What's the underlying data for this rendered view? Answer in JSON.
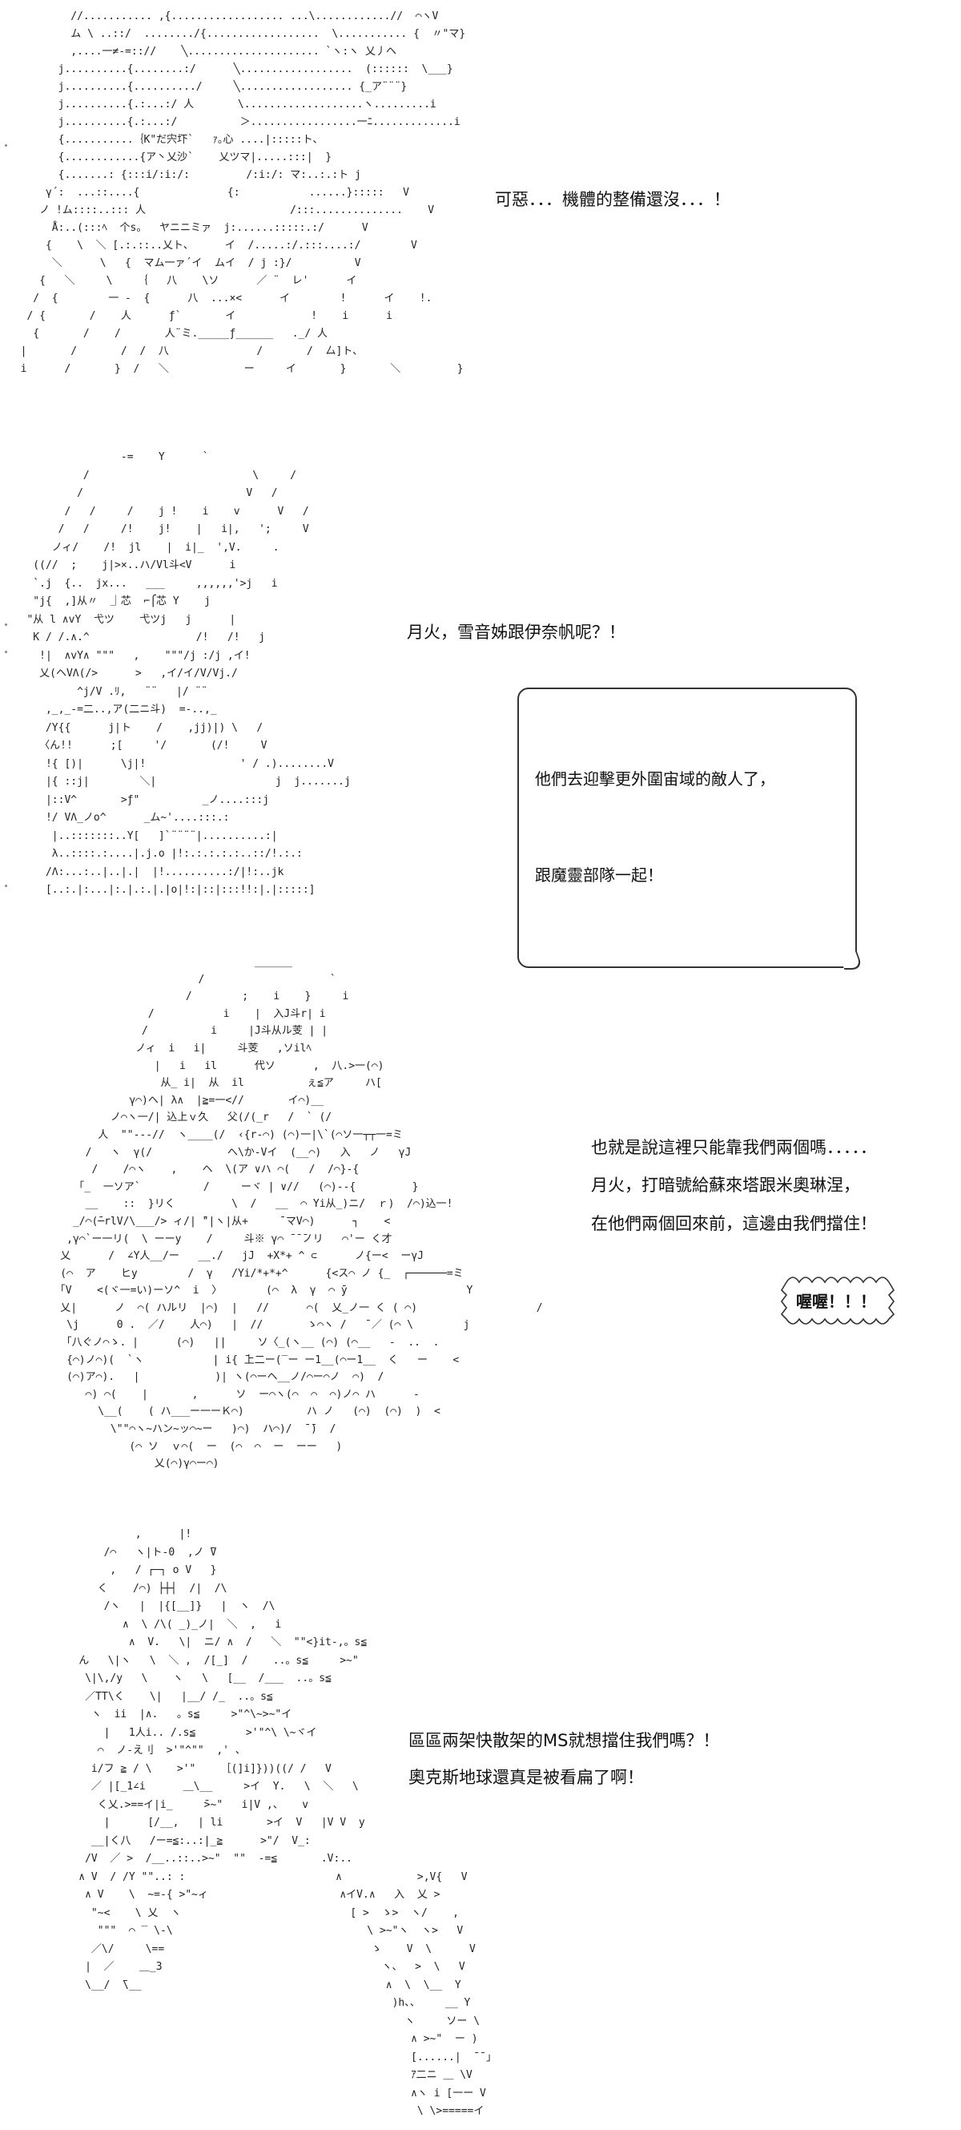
{
  "panels": [
    {
      "art": "          //........... ,{.................. ...\\............//  ⌒ヽV\n          ム \\ ..::/  ......../{..................  \\........... {  〃\"マ} \n          ,....一≠-=:://    ╲..................... `ヽ:ヽ 乂丿ヘ\n        j..........{........:/      ╲..................  (::::::  \\___}\n        j..........{........../     ╲.................. {_ア¨¨¨}\n        j..........{.:...:/ 人       \\...................ヽ.........i\n        j..........{.:...:/          ＞.................一ﾆ.............i\n        {...........｛K\"だ宍圷`   ｧ｡心 ....|:::::ト、\n        {............{ア丶乂沙`    乂ツマ|.....:::|  }\n        {.......: {:::i/:i:/:         /:i:/: マ:..:.:ト j\n      γ´:  ...::....{              {:           ......}:::::   V\n     ノ !ム::::..::: 人                       /:::..............    V\n       Å:..(:::ﾍ  个s。  ヤニニミァ  j:......:::::.:/      V\n      {    \\  ＼ [.:.::..乂ト、     イ  /.....:/.:::....:/        V\n       ＼      \\   {  マム一ァ´イ  ムイ  / j :}/          V\n     {   ＼     \\    ｛   八    \\ソ      ／ ¨  レ'      イ\n    /  {        一 -  {      八  ...×<      イ        !      イ    !.\n   / {       /    人      ƒ`       イ            !    i      i\n    {       /    /       人¨ミ._____ƒ______   ._/ 人\n  |       /       /  /  八              /       /  厶]ト、\n  i      /       }  /   ＼            ー     イ       }       ＼         }",
      "lines": [
        "可惡．．．機體的整備還沒．．．！"
      ]
    },
    {
      "art": "                  -=    Y      `\n            /                          \\     /\n           /                          V   /\n         /   /     /    j !    i    v      V   /\n        /   /     /!    j!    |   i|,   ';     V\n       ノィ/    /!  jl    |  i|_  ',V.     .\n    ((//  ;    j|>×..ハ/Vl斗<V      i\n    `.j  {..  jx...   ___     ,,,,,,'>j   i\n    \"j{  ,]从〃  ⏌芯  ⌐⎧芯 Y    j\n   \"从 l ∧vY  弋ツ    弋ツj   j      |\n    K / /.∧.^                 /!   /!   j\n     !|  ∧vY∧ \"\"\"   ,    \"\"\"/j :/j ,イ!\n     乂(ヘVΛ(/>      >   ,イ/イ/V/Vj./\n           ^j/V .ﾘ,   ¨¨   |/ ¨¨\n      ,_,_-=二..,ア(二ニ斗)  =-..,_\n      /Y{{      j|ト    /    ,jj)|) \\   /\n     〈ん!!      ;[     '/       (/!     V\n      !{ [)|      \\j|!               ' / .)........V\n      |{ ::j|        ＼|                   j  j.......j\n      |::V^       >ƒ\"          _ノ....:::j\n      !/ VΛ_ノo^      _ム~'....:::.:\n       |..:::::::..Y[   ]`¨¨¨¨|..........:|\n       λ..::::.:....|.j.o |!:.:.:.:.:..::/!.:.:\n      /Λ:...:..|..|.|  |!..........:/|!:..jk\n      [..:.|:...|:.|.:.|.|o|!:|::|:::!!:|.|:::::]",
      "lines": [
        "月火，雪音姊跟伊奈帆呢？！"
      ],
      "box": [
        "他們去迎擊更外圍宙域的敵人了，",
        "跟魔靈部隊一起！"
      ]
    },
    {
      "art": "                                   ______\n                          /                    `\n                        /        ;    i    }     i\n                  /           i    |  入J斗r| i\n                 /          i     |J斗从ル芰 | |\n                ノィ  i   i|     斗芰   ,ソilﾍ\n                   |   i   il      代ソ      ,  八.>一(⌒)\n                    从_ i|  从  il          ぇ≦ア     ハ[\n               γ⌒)ヘ| λ∧  |≧=一<//       イ⌒)__\n            ノ⌒ヽ一/| 込上ｖ久   父(/(_r   /  ` (/\n          人  \"\"---//  ヽ____(/  ‹{r-⌒) (⌒)一|\\`(⌒ソ一┬┬一=ミ\n        /   ヽ  γ(/            へ\\か-Vイ  (__⌒)   入   ノ   γJ\n         /    /⌒ヽ    ,    ヘ  \\(ア ∨ハ ⌒(   /  /⌒}-{\n       ｢_  一ソア`          /     ーヾ | ∨//   (⌒)--{         }\n        __    ::  }リく         \\  /   __  ⌒ Yi从_)ニ/  ｒ)  /⌒)込一!\n      _/⌒(̄─rlV/\\___/> ィ/| ̄\"|ヽ|从+     ¯マV⌒)      ┐    <\n     ,γ⌒`ー一リ(  \\ ーーy    /     斗※ γ⌒ ̄ ̄ ̄ノリ   ⌒'ー く才\n    乂      /  ∠Y人__/ー   __./   jJ  +X*+ ^ ⊂      ノ{ー<  ーγJ\n    (⌒  ア    ヒy        /  γ   /Yi/*+*+^      {<ス⌒ ノ {_  ┌──────=ミ\n    ｢V    <(ヾ一=い)ーソ^  i  〉       (⌒  λ  γ  ⌒ ̄y                   Y\n    乂|      ノ  ⌒( ハルリ  |⌒)  |   //      ⌒(  乂_ノ一 く ( ⌒)                   /\n     \\j      0 .  ／/    人⌒)   |  //       ゝ⌒ヽ /   ̄ ／ (⌒ \\        j\n     ｢八ぐノ⌒ゝ. |      (⌒)   ||     ソ〈_(ヽ__ (⌒) (⌒__   -  ..  .\n     {⌒)ノ⌒)(  `ヽ           | i{ ̄上二ー(‾ー ー1__(⌒ー1__  く   ー    <\n     (⌒)ア⌒).   |            )| ヽ(⌒ーヘ__ノ/⌒ー⌒ノ  ⌒)  /\n        ⌒) ⌒(    |       ,      ソ  ー⌒ヽ(⌒  ⌒  ⌒)ノ⌒ ハ      -\n          \\__(    ( ハ___ー一ーＫ⌒)          ハ ノ   (⌒)  (⌒)  )  <\n            \\\"\"⌒ヽ~ハン~ッ⌒~ー   )⌒)  ハ⌒)/  ̄ ̄)  /\n               (⌒ ソ  ｖ⌒(  ー  (⌒  ⌒  ー  ーー   )\n                   乂(⌒)γ⌒ー⌒)",
      "lines": [
        "也就是說這裡只能靠我們兩個嗎．．．．．",
        "月火，打暗號給蘇來塔跟米奧琳涅，",
        "在他們兩個回來前，這邊由我們擋住！"
      ],
      "shout": "喔喔！！！"
    },
    {
      "art": "                   ,      |!\n              /⌒   ヽ|ト-0  ,ノ ̄V\n               ,   / ┌─┐ o V   }\n             く    /⌒) ├┼┤  /|  /\\\n              /ヽ   |  |{[__]}   |  ヽ  /\\\n                 ∧  \\ /\\( _)_ノ|  ＼  ,   i\n                  ∧  V.   \\|  ニ/ ∧  /   ＼  \"\"<}it-,。s≦\n          ん   \\|ヽ   \\  ＼ ,  /[_]  /    ..。s≦     >~\"\n           \\|\\,/y   \\    ヽ   \\   [__  /___  ..。s≦\n           ／TT\\く    \\|   |__/ /_  ..。s≦\n            ヽ  ii  |∧.   。s≦     >\"^\\~>~\"イ\n              |   1人i.. /.s≦        >'\"^\\ \\~ヾイ\n             ⌒  ノ-え刂  >'\"^\"\"  ,' 、\n            i/フ ≧ / \\    >'\"    ［(]i]}))((/ /   V\n            ／ |[_1∠i      ＿\\__     >イ  Y.   \\  ＼   \\\n             く乂.>==イ|i_     ̄>~\"   i|V ,、   v\n              |      [/__,   | li       >イ  V   |V V  y\n            __|く八   /ー=≦:..:|_≧      >\"/  V_:\n           /V  ／ >  /__..::..>~\"  \"\"  -=≦       .V:..\n          ∧ V  / /Y \"\"..: :                        ∧            >,V{   V\n           ∧ V    \\  ~=-{ >\"~ィ                     ∧イV.∧   入  乂 >\n            \"~<    \\ 乂  ヽ                           [ >  ゝ>  ヽ/    ,\n             \"\"\"  ⌒ ‾ \\-\\                               \\ >~\"ヽ  ヽ>   V\n            ／\\/     \\==                                 ゝ    V  \\      V\n           |  ／    ＿_3                                   ヽ、  >  \\   V\n           \\__/  ̄\\__                                       ∧  \\  \\__  Y\n                                                            )h、、    __ Y\n                                                              ヽ     ソー \\\n                                                               ∧ >~\"  ー )\n                                                               [......|  ̄ ̄ 」\n                                                               ｱ二ニ ＿ \\V\n                                                               ∧ヽ i [一ー V\n                                                                \\ \\>=====イ",
      "lines": [
        "區區兩架快散架的MS就想擋住我們嗎？！",
        "奧克斯地球還真是被看扁了啊！"
      ]
    }
  ]
}
